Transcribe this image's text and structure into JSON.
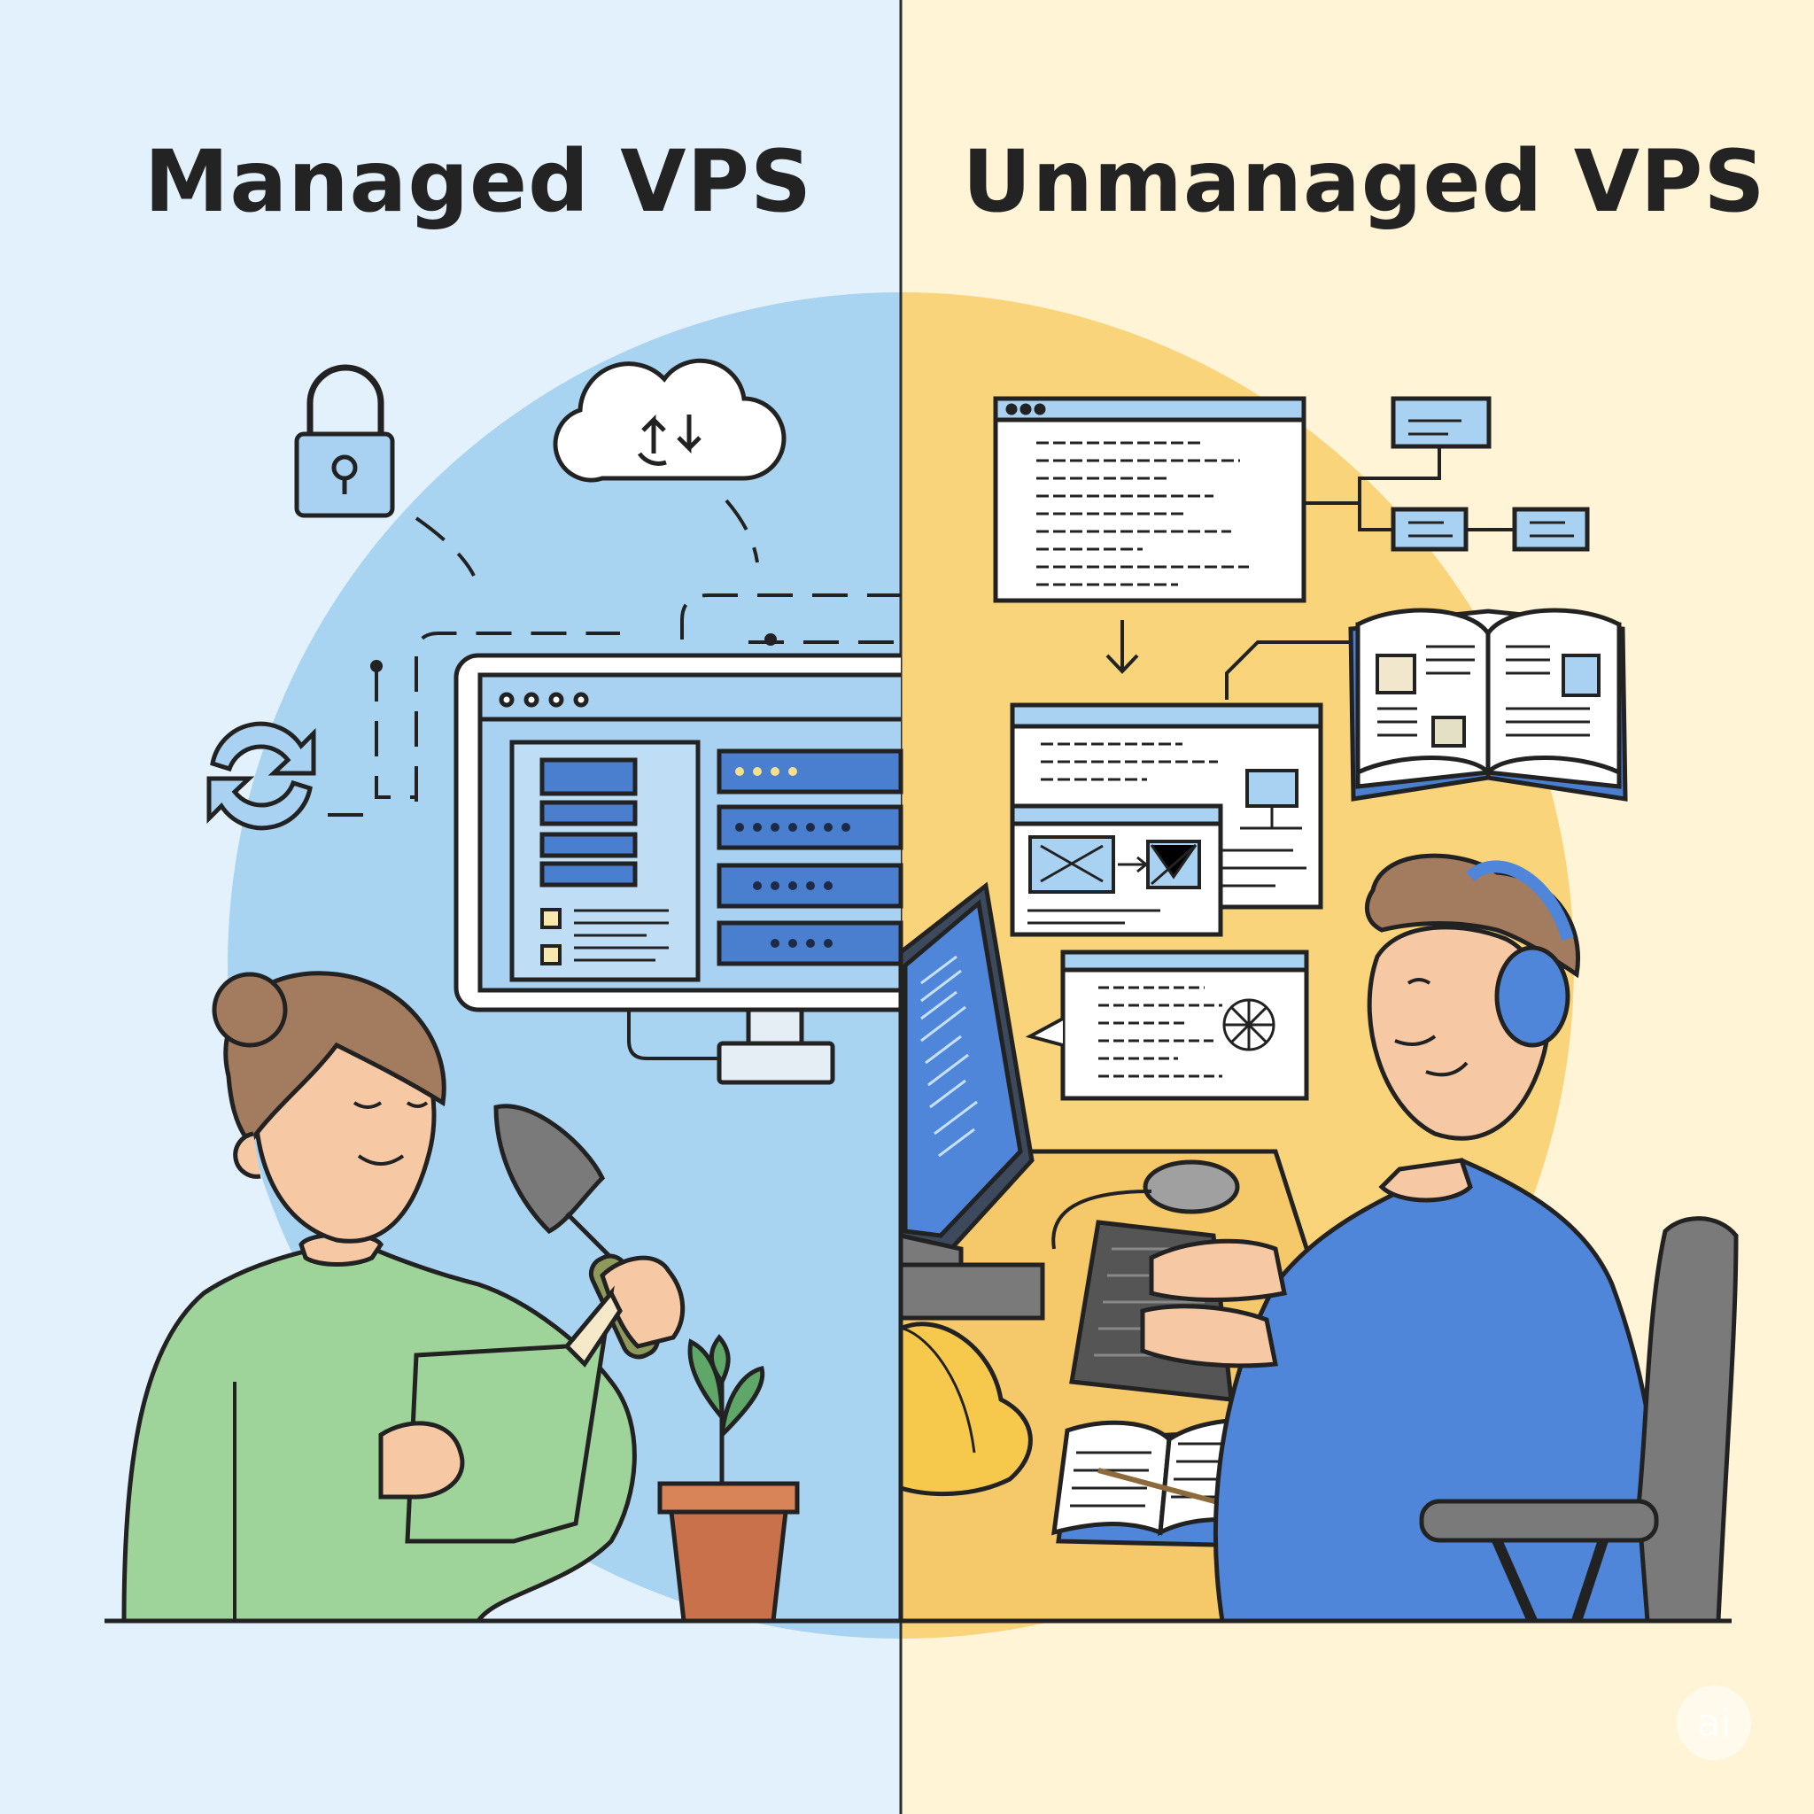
{
  "managed": {
    "title": "Managed VPS"
  },
  "unmanaged": {
    "title": "Unmanaged VPS"
  },
  "colors": {
    "managed_bg": "#E3F1FC",
    "managed_circle": "#A8D3F1",
    "unmanaged_bg": "#FFF4D6",
    "unmanaged_circle": "#F9D47B",
    "accent_blue": "#4A7FD0",
    "outline": "#222222",
    "sweater_green": "#9ED39A",
    "shirt_blue": "#4F86D9"
  },
  "icons": {
    "managed": [
      "lock-icon",
      "cloud-sync-icon",
      "refresh-icon",
      "control-panel-monitor",
      "plant-pot",
      "trowel",
      "book"
    ],
    "unmanaged": [
      "code-window",
      "flowchart",
      "open-manual",
      "diagram-window",
      "settings-window",
      "desktop-computer",
      "keyboard",
      "mouse",
      "hard-hat",
      "notebook",
      "headphones",
      "office-chair"
    ]
  },
  "watermark": {
    "logo_text": "ai"
  }
}
